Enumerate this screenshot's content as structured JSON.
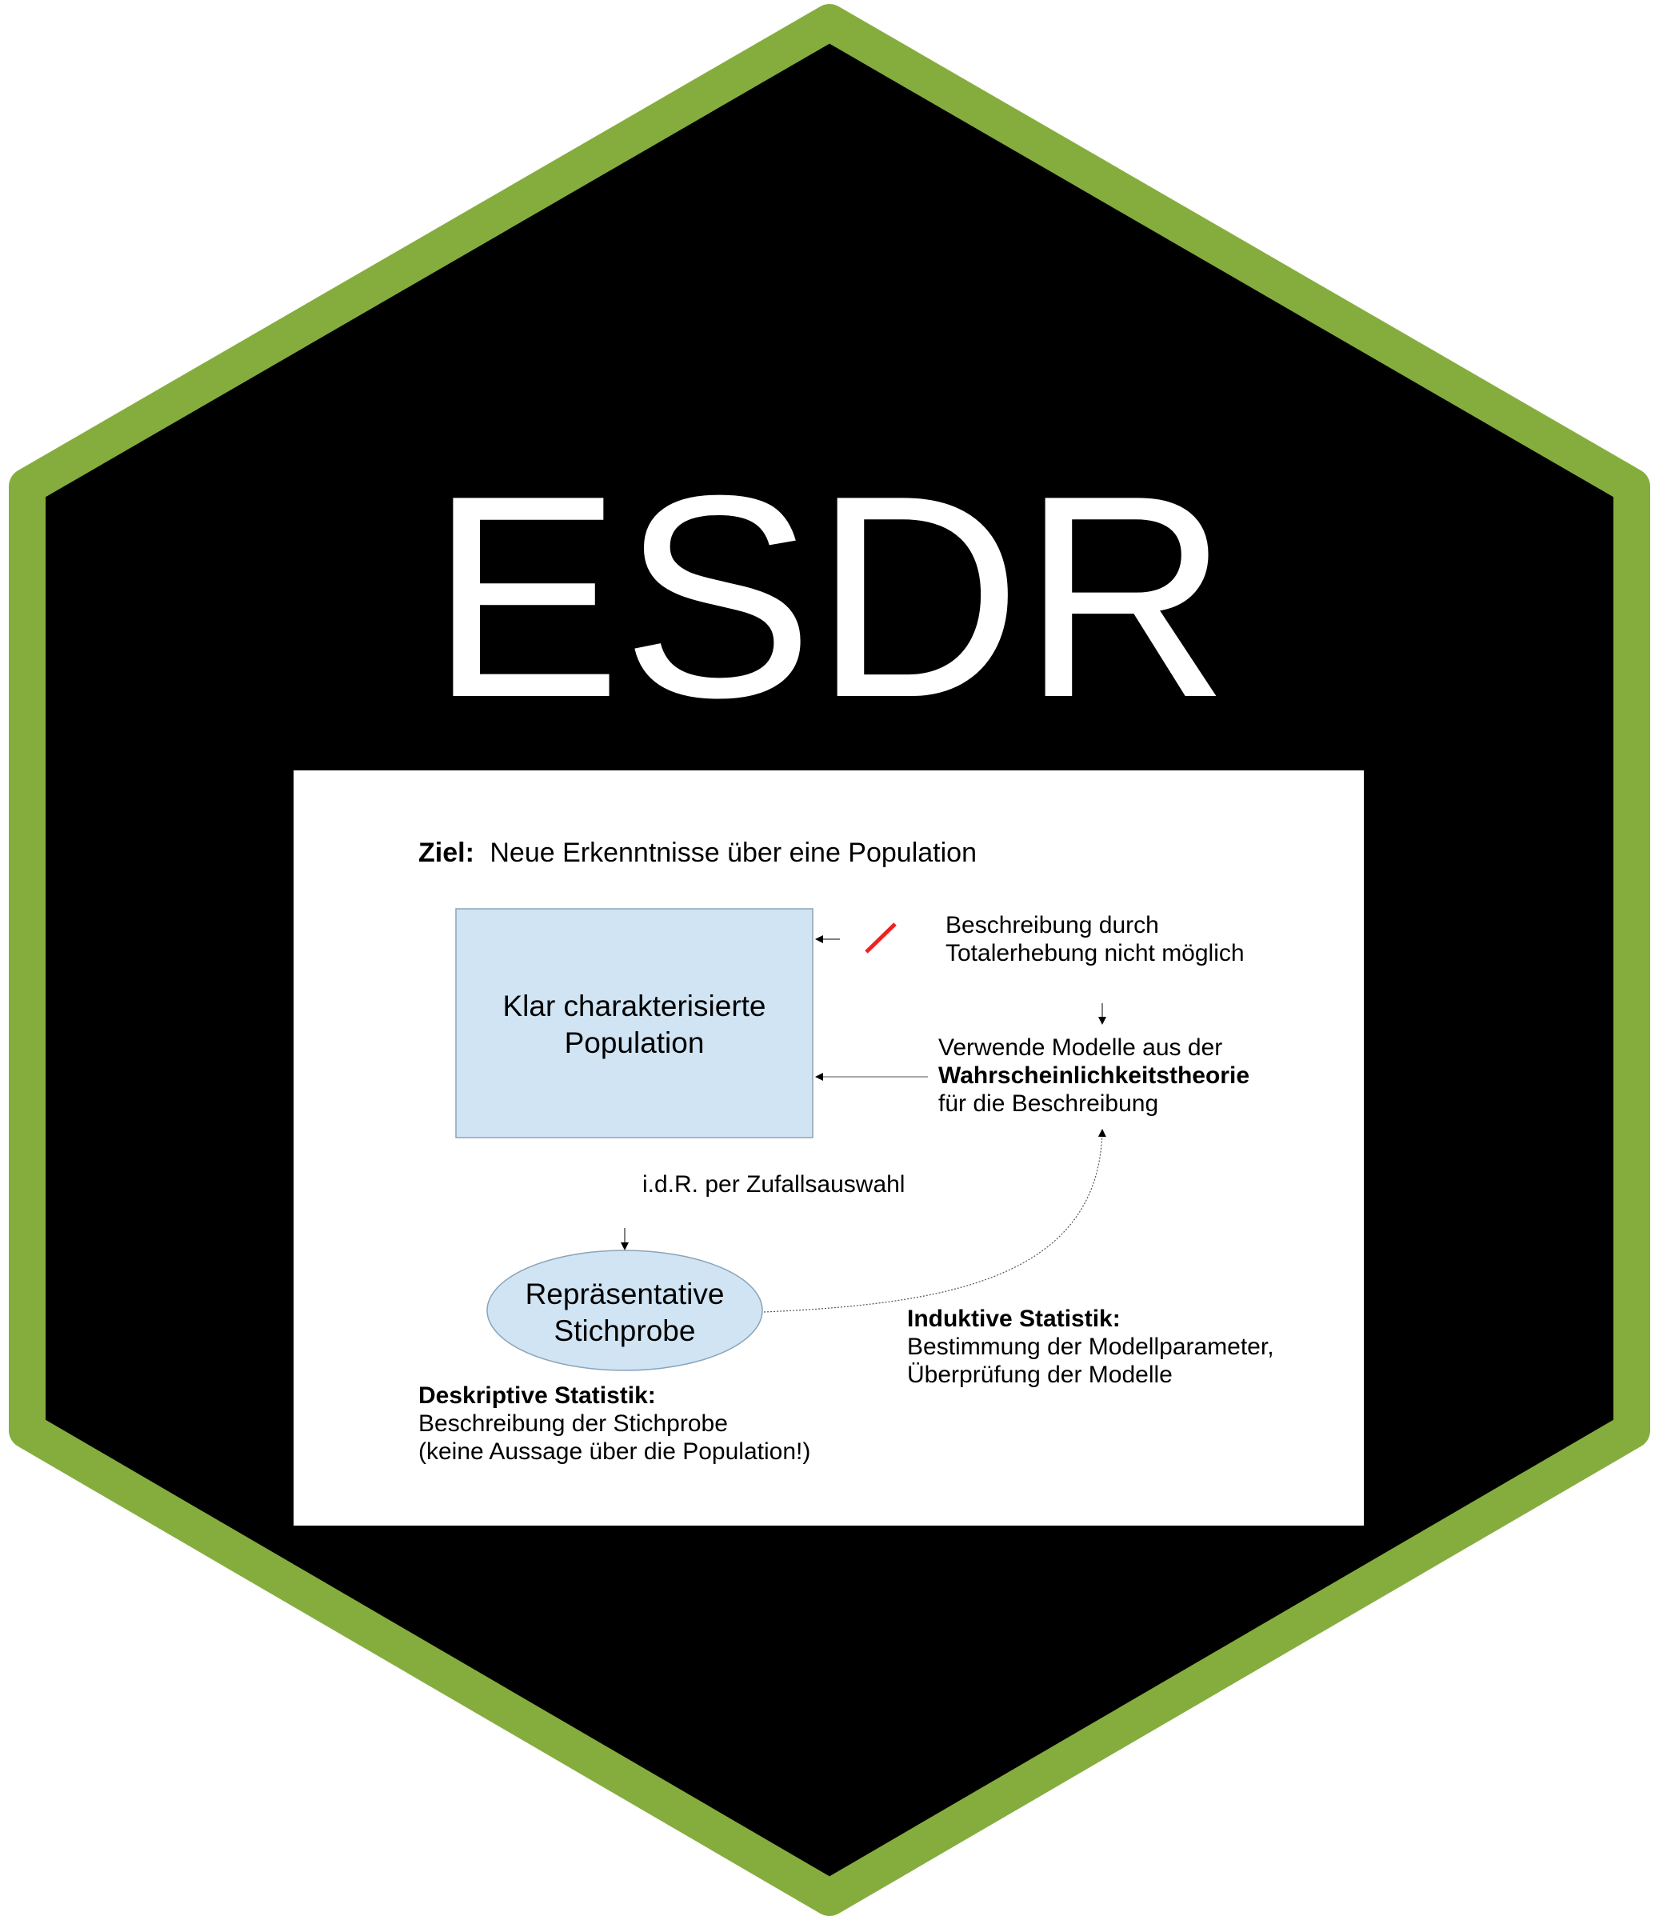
{
  "title": "ESDR",
  "colors": {
    "hex_border": "#85ad3e",
    "hex_fill": "#000000",
    "population_box": "#d0e4f3",
    "sample_ellipse": "#d0e4f3",
    "negation_mark": "#ee2222"
  },
  "diagram": {
    "goal": {
      "label": "Ziel:",
      "text": "Neue Erkenntnisse über eine Population"
    },
    "population": {
      "line1": "Klar charakterisierte",
      "line2": "Population"
    },
    "no_total_survey": {
      "line1": "Beschreibung durch",
      "line2": "Totalerhebung nicht möglich"
    },
    "models": {
      "line1": "Verwende Modelle aus der",
      "line2_bold": "Wahrscheinlichkeitstheorie",
      "line3": "für die Beschreibung"
    },
    "sampling": "i.d.R. per Zufallsauswahl",
    "sample": {
      "line1": "Repräsentative",
      "line2": "Stichprobe"
    },
    "inductive": {
      "label": "Induktive Statistik:",
      "line1": "Bestimmung der Modellparameter,",
      "line2": "Überprüfung der Modelle"
    },
    "descriptive": {
      "label": "Deskriptive Statistik:",
      "line1": "Beschreibung der Stichprobe",
      "line2": "(keine Aussage über die Population!)"
    }
  }
}
